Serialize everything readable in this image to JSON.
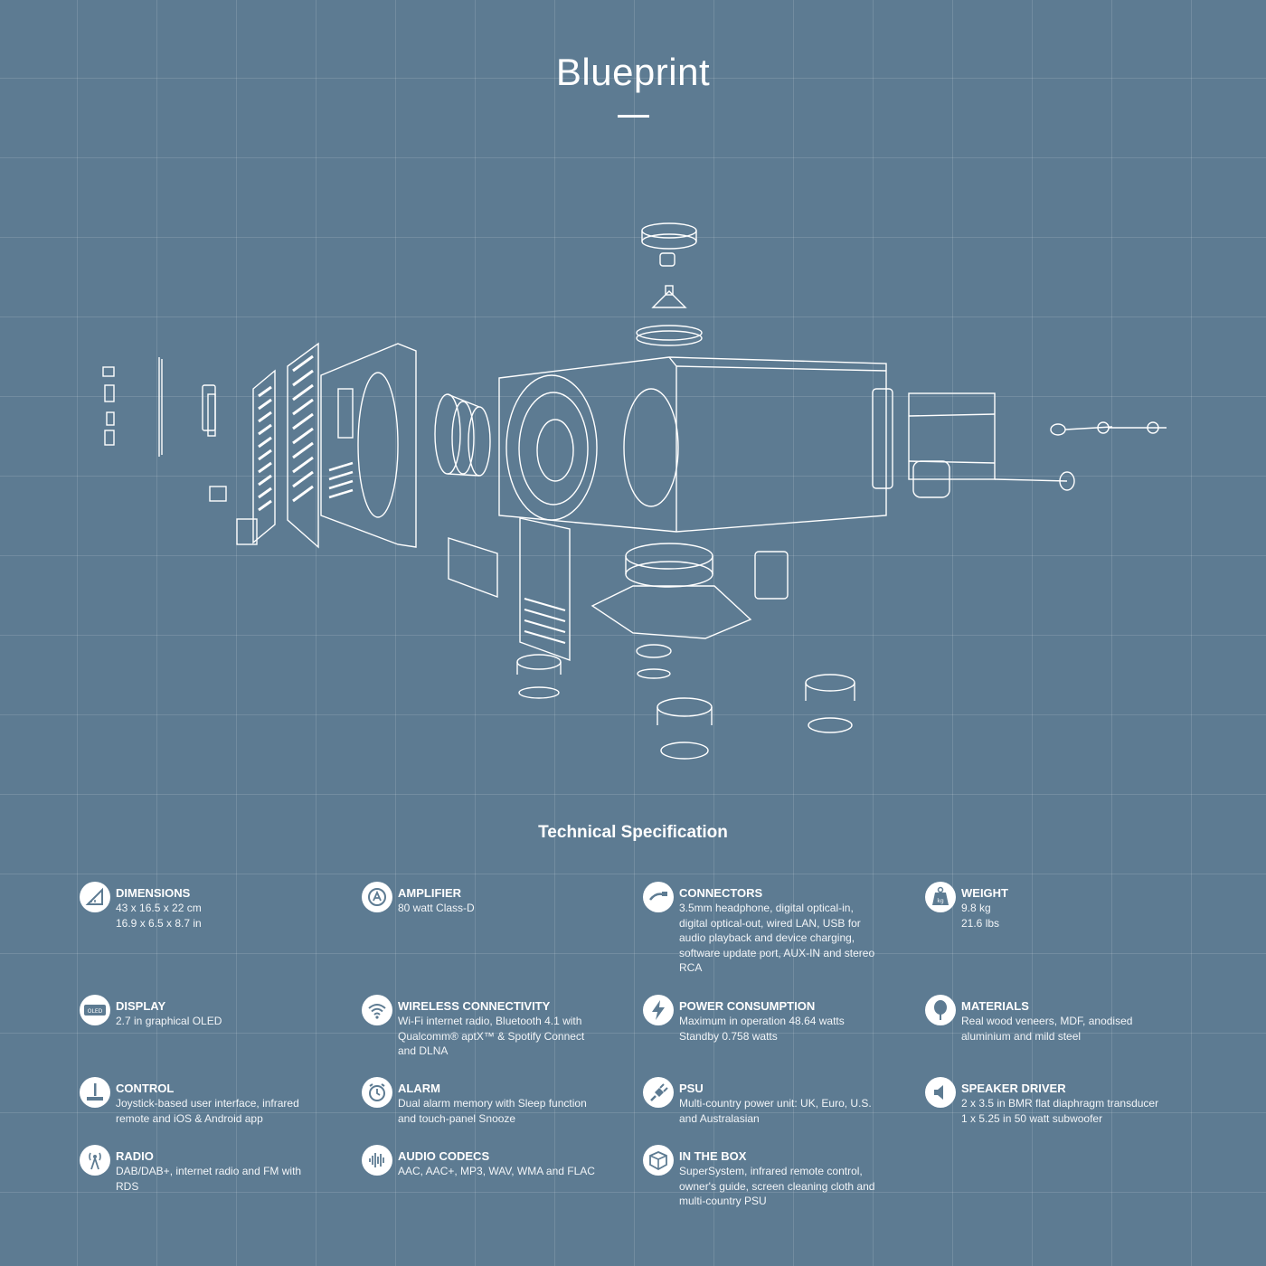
{
  "title": "Blueprint",
  "spec_heading": "Technical Specification",
  "specs": [
    {
      "label": "DIMENSIONS",
      "icon": "ruler-triangle-icon",
      "lines": [
        "43 x 16.5 x 22 cm",
        "16.9 x 6.5 x 8.7 in"
      ]
    },
    {
      "label": "AMPLIFIER",
      "icon": "amplifier-icon",
      "lines": [
        "80 watt Class-D"
      ]
    },
    {
      "label": "CONNECTORS",
      "icon": "connector-plug-icon",
      "lines": [
        "3.5mm headphone, digital optical-in,",
        "digital optical-out, wired LAN, USB for",
        "audio playback and device charging,",
        "software update port, AUX-IN and stereo",
        "RCA"
      ]
    },
    {
      "label": "WEIGHT",
      "icon": "weight-icon",
      "icon_text": "kg",
      "lines": [
        "9.8 kg",
        "21.6 lbs"
      ]
    },
    {
      "label": "DISPLAY",
      "icon": "oled-display-icon",
      "icon_text": "OLED",
      "lines": [
        "2.7 in graphical OLED"
      ]
    },
    {
      "label": "WIRELESS CONNECTIVITY",
      "icon": "wifi-icon",
      "lines": [
        "Wi-Fi internet radio, Bluetooth 4.1 with",
        "Qualcomm® aptX™ & Spotify Connect",
        "and DLNA"
      ]
    },
    {
      "label": "POWER CONSUMPTION",
      "icon": "lightning-bolt-icon",
      "lines": [
        "Maximum in operation 48.64 watts",
        "Standby 0.758 watts"
      ]
    },
    {
      "label": "MATERIALS",
      "icon": "tree-icon",
      "lines": [
        "Real wood veneers, MDF, anodised",
        "aluminium and mild steel"
      ]
    },
    {
      "label": "CONTROL",
      "icon": "joystick-icon",
      "lines": [
        "Joystick-based user interface, infrared",
        "remote and iOS & Android app"
      ]
    },
    {
      "label": "ALARM",
      "icon": "alarm-clock-icon",
      "lines": [
        "Dual alarm memory with Sleep function",
        "and touch-panel Snooze"
      ]
    },
    {
      "label": "PSU",
      "icon": "power-plug-icon",
      "lines": [
        "Multi-country power unit: UK, Euro, U.S.",
        "and Australasian"
      ]
    },
    {
      "label": "SPEAKER DRIVER",
      "icon": "speaker-icon",
      "lines": [
        "2 x 3.5 in BMR flat diaphragm transducer",
        "1 x 5.25 in 50 watt subwoofer"
      ]
    },
    {
      "label": "RADIO",
      "icon": "radio-antenna-icon",
      "lines": [
        "DAB/DAB+, internet radio and FM with",
        "RDS"
      ]
    },
    {
      "label": "AUDIO CODECS",
      "icon": "waveform-icon",
      "lines": [
        "AAC, AAC+, MP3, WAV, WMA and FLAC"
      ]
    },
    {
      "label": "IN THE BOX",
      "icon": "box-icon",
      "lines": [
        "SuperSystem, infrared remote control,",
        "owner's guide, screen cleaning cloth and",
        "multi-country PSU"
      ]
    }
  ]
}
